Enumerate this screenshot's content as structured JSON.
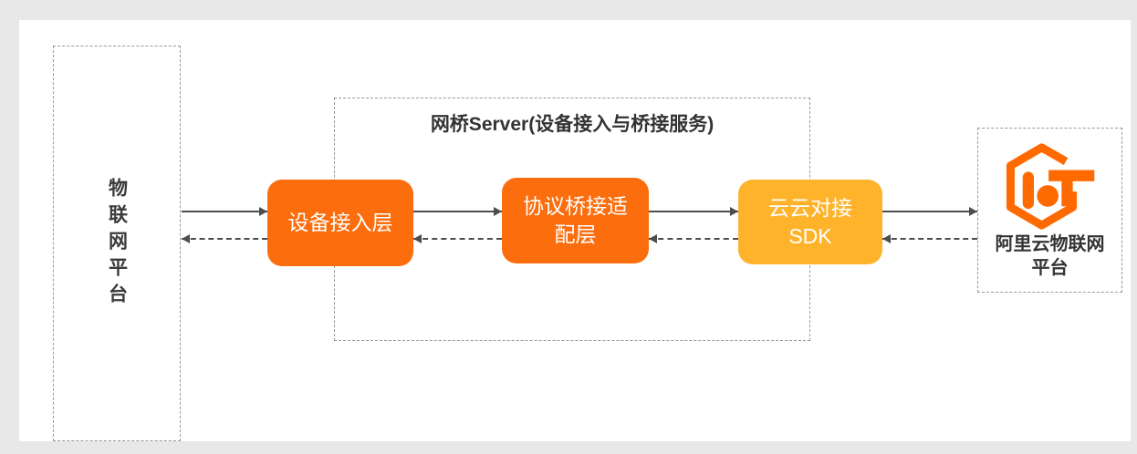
{
  "palette": {
    "page_bg": "#E8E8E8",
    "panel_bg": "#FFFFFF",
    "dashed_border": "#999999",
    "node_orange": "#FB6D0D",
    "node_yellow": "#FFB32A",
    "logo_orange": "#FF6A00",
    "text_dark": "#333333",
    "text_light": "#FFFFFF",
    "arrow_gray": "#4D4D4D"
  },
  "diagram": {
    "iot_platform": {
      "label": "物联网平台"
    },
    "bridge_server": {
      "title": "网桥Server(设备接入与桥接服务)",
      "device_access_layer": {
        "label": "设备接入层"
      },
      "protocol_adapter_layer": {
        "label": "协议桥接适\n配层"
      },
      "cloud_sdk": {
        "label": "云云对接\nSDK"
      }
    },
    "aliyun_iot": {
      "label": "阿里云物联网\n平台",
      "logo": "aliyun-iot-logo"
    }
  }
}
